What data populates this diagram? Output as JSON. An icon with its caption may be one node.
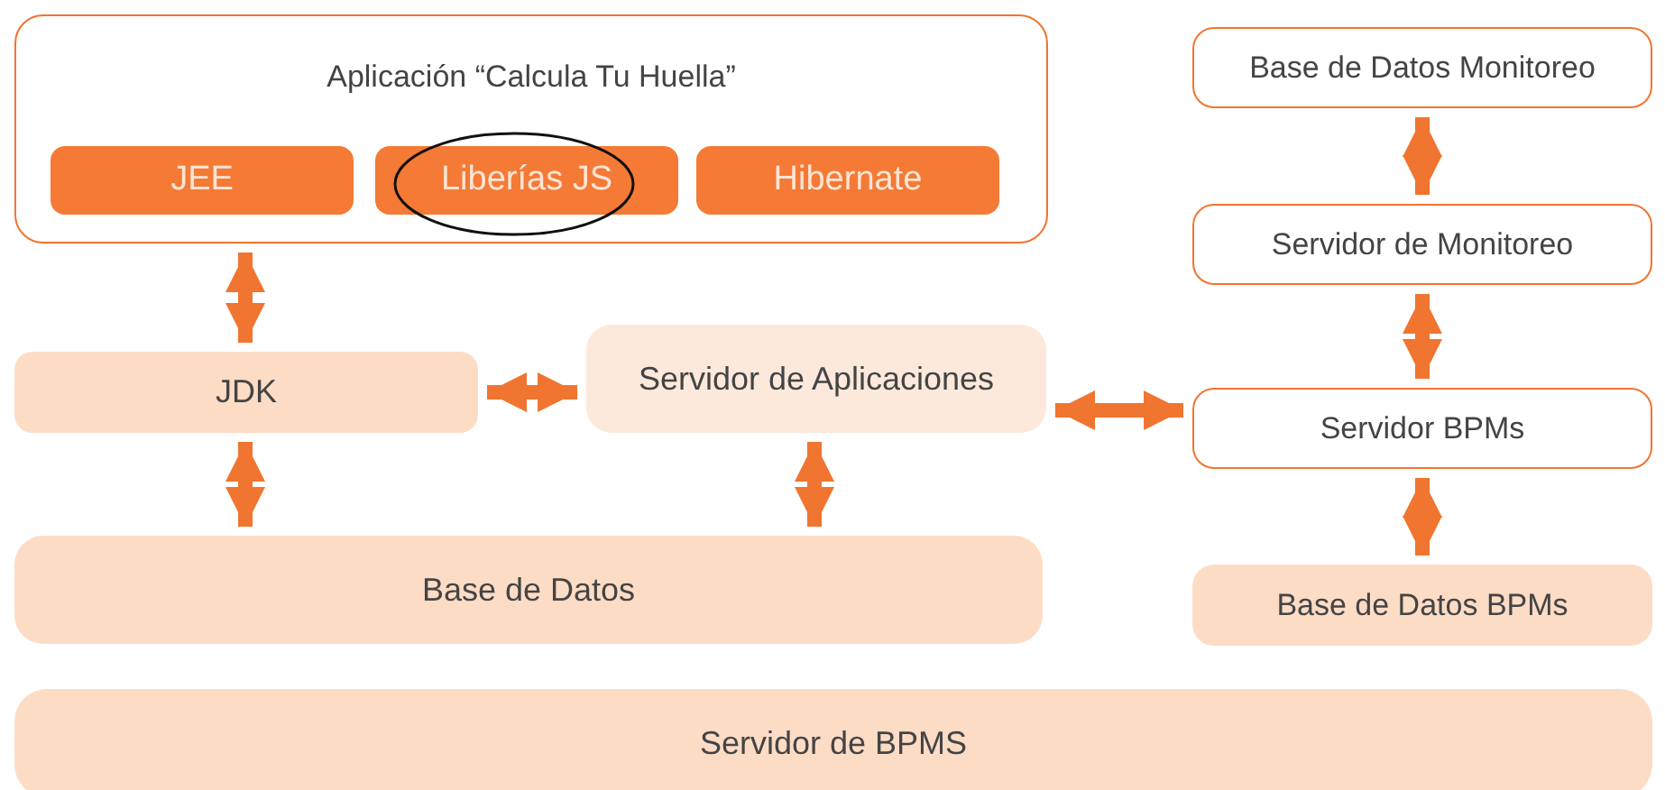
{
  "diagram": {
    "nodes": [
      {
        "text": [
          "Aplicación “Calcula Tu Huella”"
        ]
      },
      {
        "text": [
          "JEE"
        ],
        "in": 0
      },
      {
        "text": [
          "Liberías JS"
        ],
        "in": 0
      },
      {
        "text": [
          "Hibernate"
        ],
        "in": 0
      },
      {
        "text": [
          "JDK"
        ]
      },
      {
        "text": [
          "Servidor de Aplicaciones"
        ]
      },
      {
        "text": [
          "Base de Datos"
        ]
      },
      {
        "text": [
          "Base de Datos Monitoreo"
        ]
      },
      {
        "text": [
          "Servidor de Monitoreo"
        ]
      },
      {
        "text": [
          "Servidor BPMs"
        ]
      },
      {
        "text": [
          "Base de Datos BPMs"
        ]
      },
      {
        "text": [
          "Servidor de BPMS"
        ]
      }
    ],
    "edges": [
      {
        "from": 0,
        "to": 4,
        "arrow": "both"
      },
      {
        "from": 4,
        "to": 5,
        "arrow": "both"
      },
      {
        "from": 5,
        "to": 9,
        "arrow": "both"
      },
      {
        "from": 4,
        "to": 6,
        "arrow": "both"
      },
      {
        "from": 5,
        "to": 6,
        "arrow": "both"
      },
      {
        "from": 7,
        "to": 8,
        "arrow": "both"
      },
      {
        "from": 8,
        "to": 9,
        "arrow": "both"
      },
      {
        "from": 9,
        "to": 10,
        "arrow": "both"
      }
    ]
  }
}
